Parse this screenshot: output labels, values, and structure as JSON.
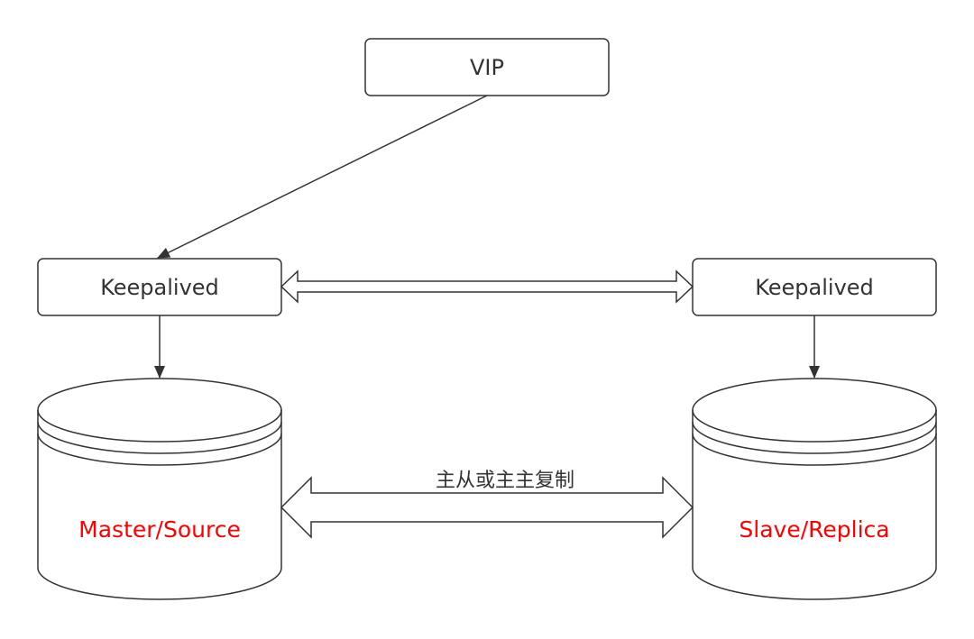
{
  "nodes": {
    "vip": {
      "label": "VIP"
    },
    "keepalived_left": {
      "label": "Keepalived"
    },
    "keepalived_right": {
      "label": "Keepalived"
    },
    "db_master": {
      "label": "Master/Source"
    },
    "db_slave": {
      "label": "Slave/Replica"
    }
  },
  "edges": {
    "replication": {
      "label": "主从或主主复制"
    }
  },
  "colors": {
    "stroke": "#333333",
    "db_label": "#ff0000",
    "background": "#ffffff"
  }
}
